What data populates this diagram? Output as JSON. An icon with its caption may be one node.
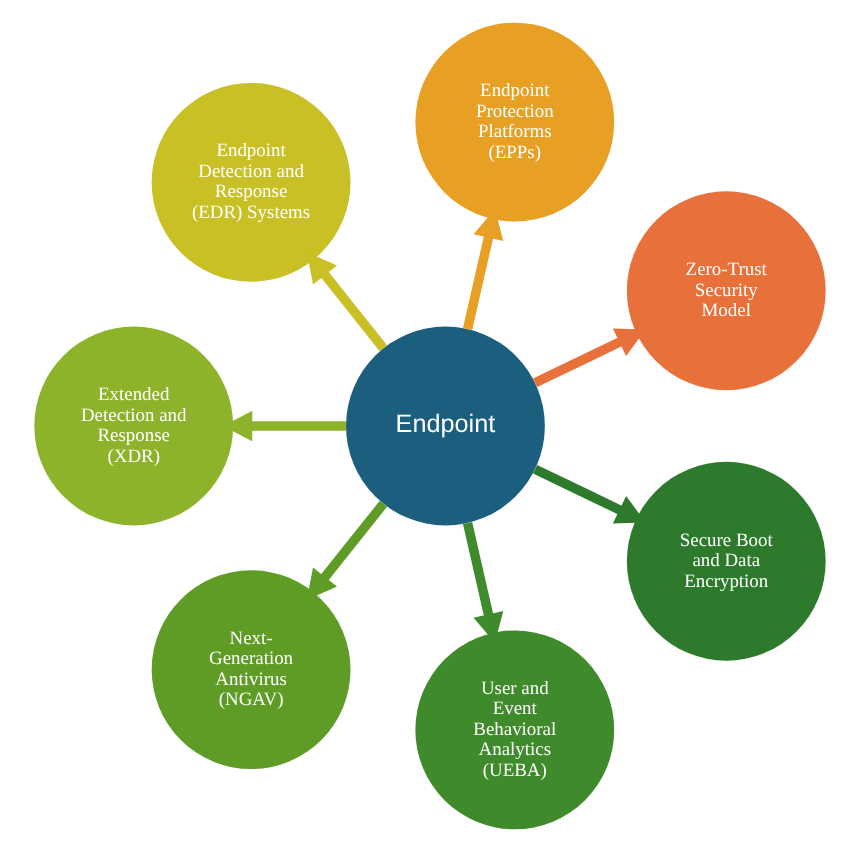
{
  "diagram": {
    "nodes": [
      {
        "text": [
          "Endpoint"
        ]
      },
      {
        "text": [
          "Zero-Trust Security Model"
        ]
      },
      {
        "text": [
          "Endpoint Protection Platforms (EPPs)"
        ]
      },
      {
        "text": [
          "Endpoint Detection and Response (EDR) Systems"
        ]
      },
      {
        "text": [
          "Extended Detection and Response (XDR)"
        ]
      },
      {
        "text": [
          "Next-Generation Antivirus (NGAV)"
        ]
      },
      {
        "text": [
          "User and Event Behavioral Analytics (UEBA)"
        ]
      },
      {
        "text": [
          "Secure Boot and Data Encryption"
        ]
      }
    ],
    "edges": [
      {
        "from": 0,
        "to": 1,
        "arrow": "to",
        "color": "#e8703a"
      },
      {
        "from": 0,
        "to": 2,
        "arrow": "to",
        "color": "#e8a024"
      },
      {
        "from": 0,
        "to": 3,
        "arrow": "to",
        "color": "#c8c024"
      },
      {
        "from": 0,
        "to": 4,
        "arrow": "to",
        "color": "#8db32a"
      },
      {
        "from": 0,
        "to": 5,
        "arrow": "to",
        "color": "#5e9c26"
      },
      {
        "from": 0,
        "to": 6,
        "arrow": "to",
        "color": "#3f8a2a"
      },
      {
        "from": 0,
        "to": 7,
        "arrow": "to",
        "color": "#2e7a2c"
      }
    ]
  }
}
